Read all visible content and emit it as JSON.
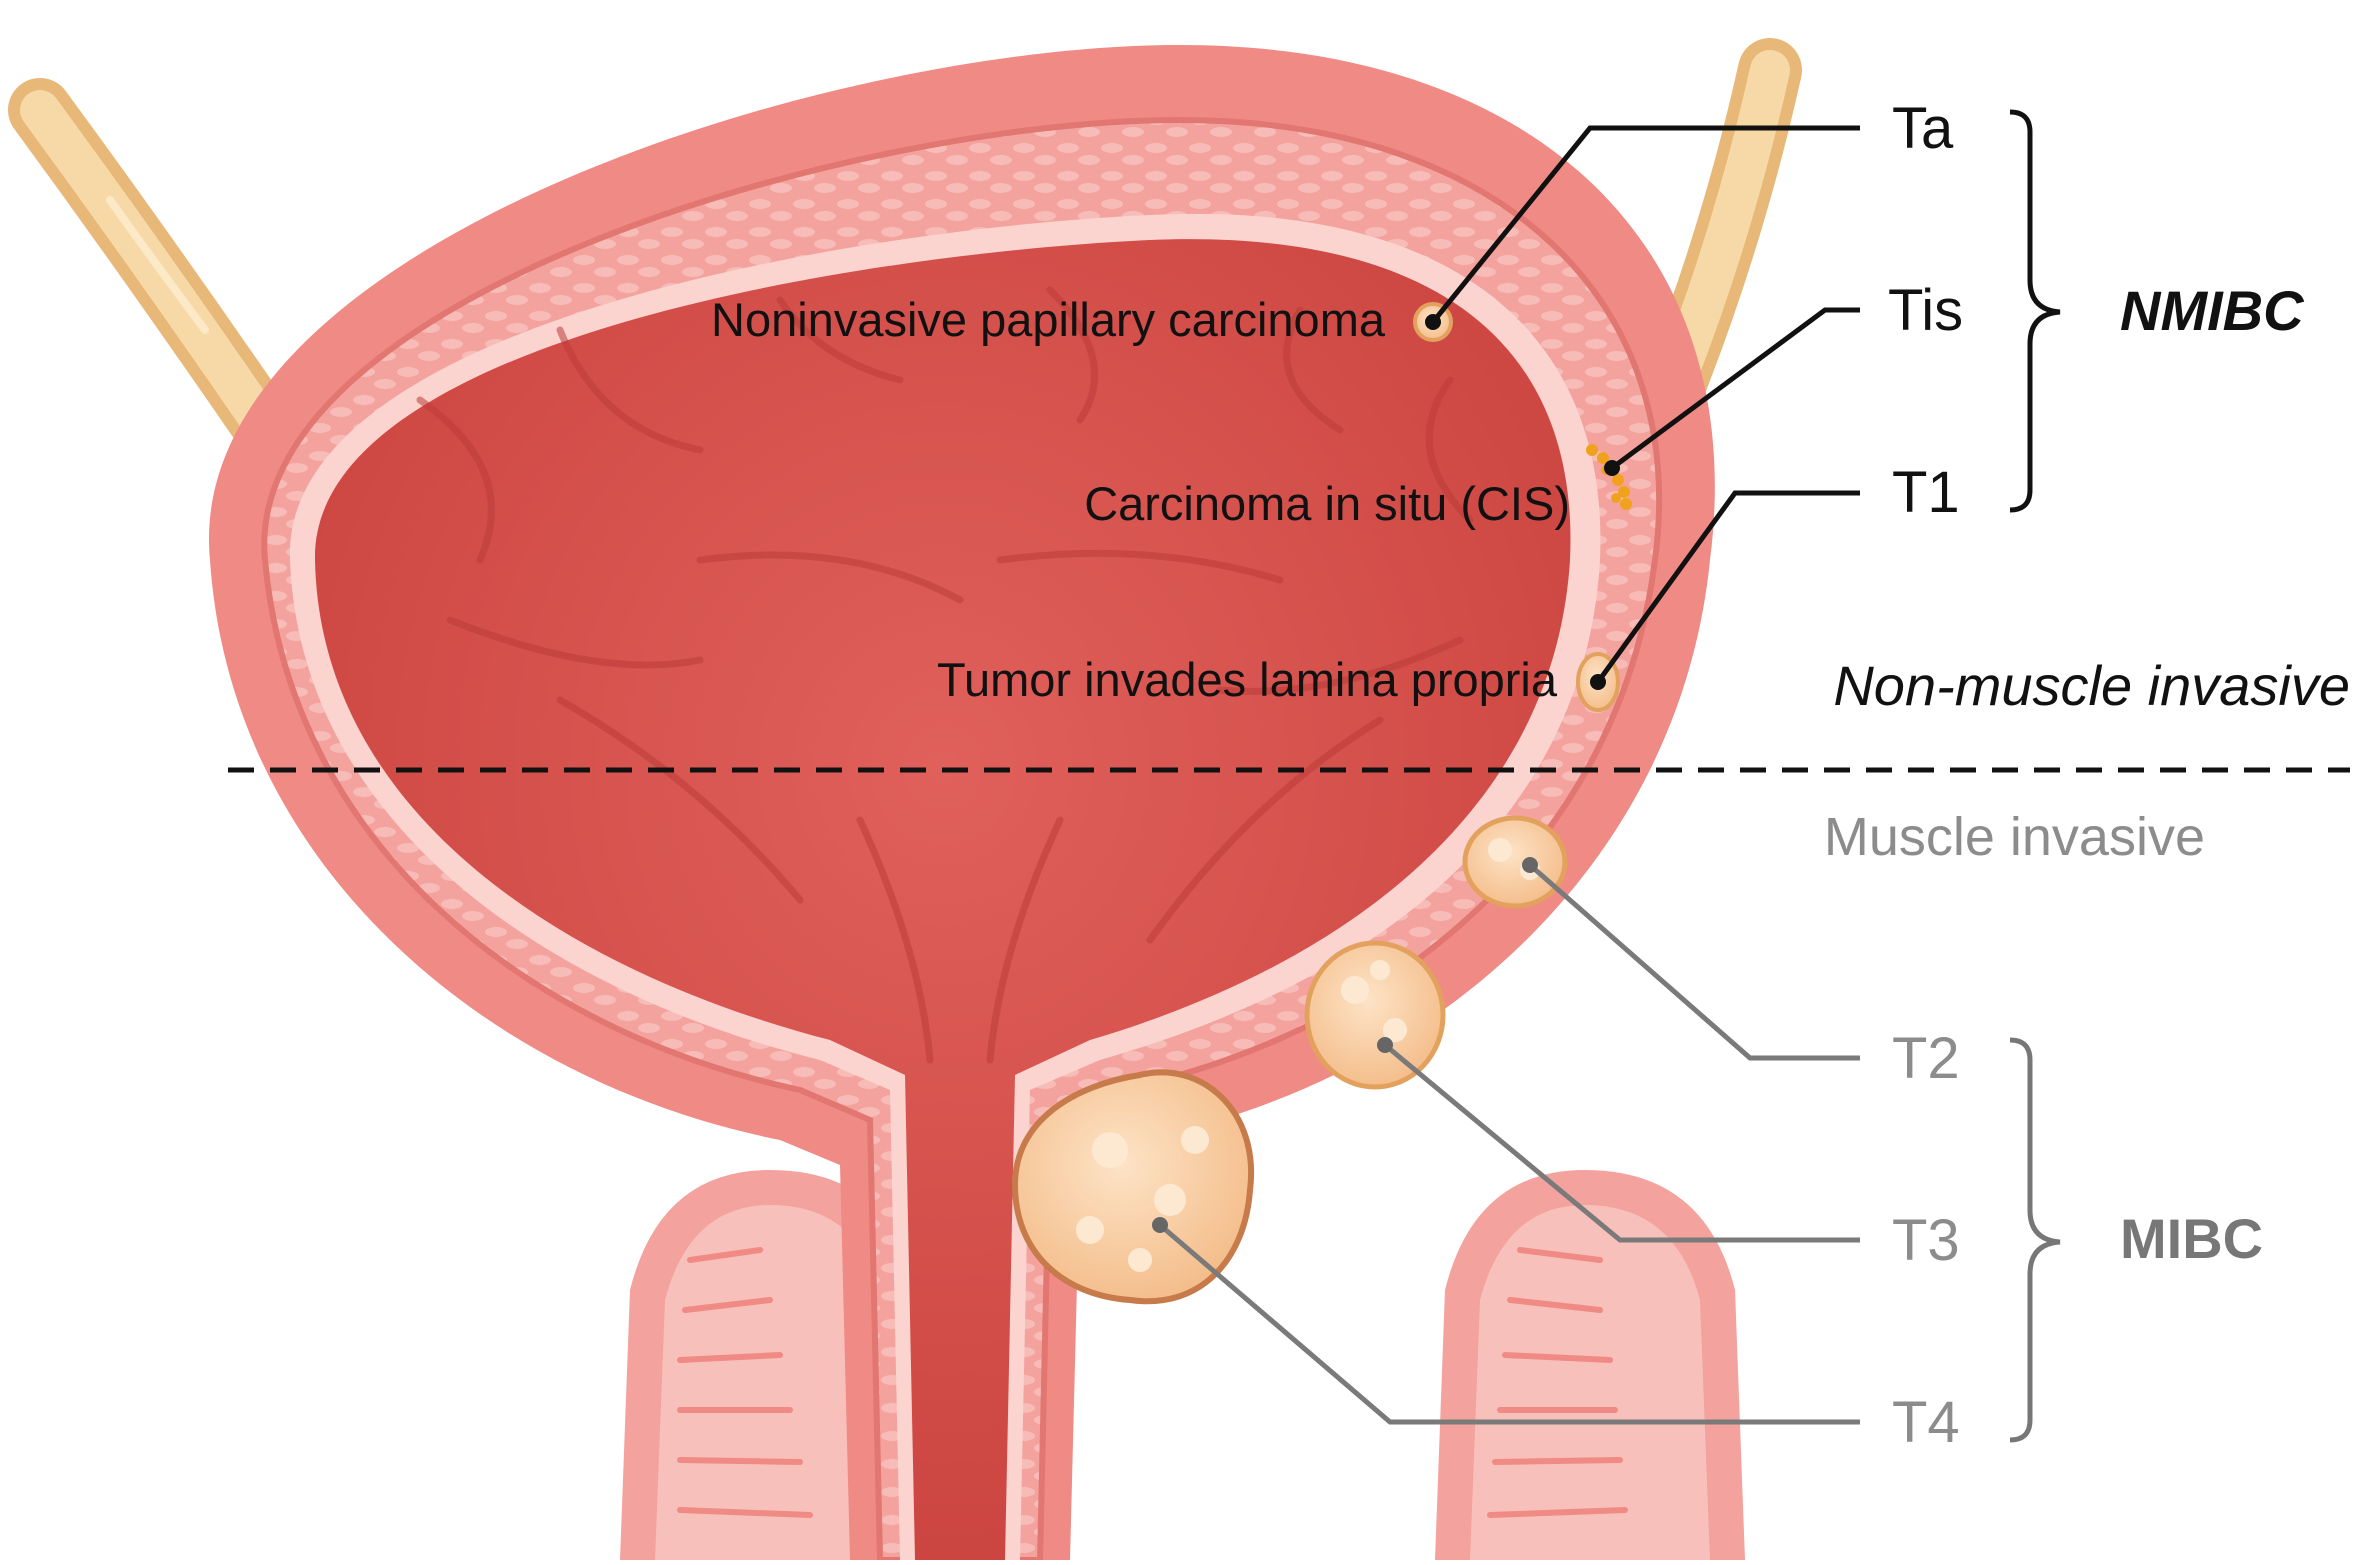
{
  "labels": {
    "ta_desc": "Noninvasive papillary carcinoma",
    "tis_desc": "Carcinoma in situ (CIS)",
    "t1_desc": "Tumor invades lamina propria"
  },
  "stages": {
    "ta": "Ta",
    "tis": "Tis",
    "t1": "T1",
    "t2": "T2",
    "t3": "T3",
    "t4": "T4"
  },
  "groups": {
    "nmibc": "NMIBC",
    "mibc": "MIBC"
  },
  "zones": {
    "non_muscle": "Non-muscle invasive",
    "muscle": "Muscle invasive"
  },
  "colors": {
    "bladder_wall_outer": "#f08a85",
    "bladder_muscle": "#f5aaa6",
    "bladder_lumen": "#d9534f",
    "tumor": "#f9cfa3",
    "ureter": "#f1cc8f",
    "dark_leader": "#111111",
    "grey_leader": "#7a7a7a"
  }
}
